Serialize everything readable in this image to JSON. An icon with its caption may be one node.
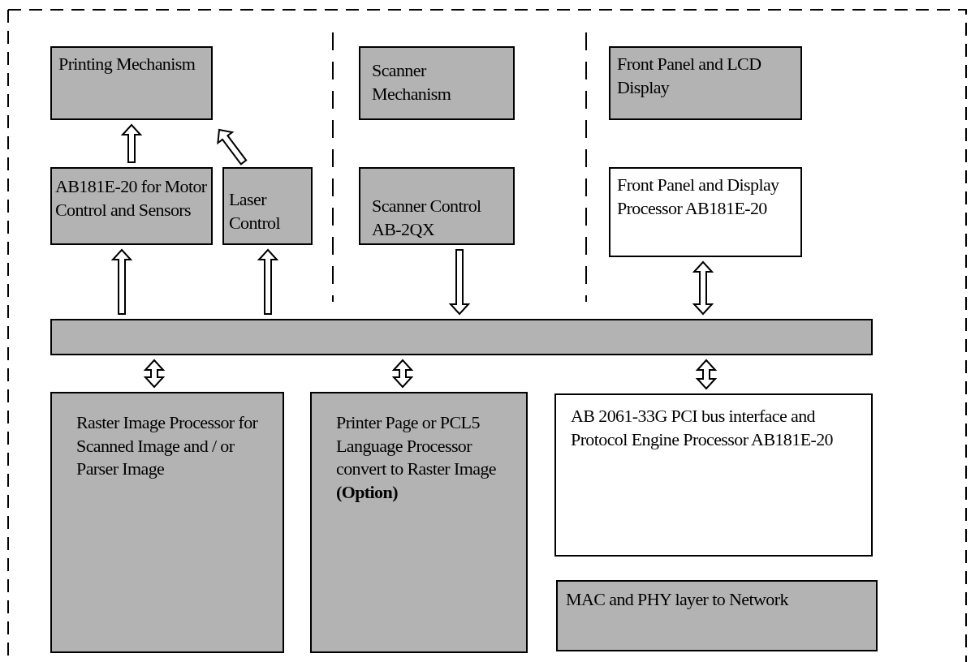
{
  "diagram": {
    "nodes": [
      {
        "text": [
          "Printing Mechanism"
        ]
      },
      {
        "text": [
          "Scanner Mechanism"
        ]
      },
      {
        "text": [
          "Front Panel and LCD Display"
        ]
      },
      {
        "text": [
          "AB181E-20 for Motor Control and Sensors"
        ]
      },
      {
        "text": [
          "Laser Control"
        ]
      },
      {
        "text": [
          "Scanner Control AB-2QX"
        ]
      },
      {
        "text": [
          "Front Panel and Display Processor AB181E-20"
        ]
      },
      {
        "text": [],
        "shape": "bar"
      },
      {
        "text": [
          "Raster Image Processor for Scanned Image and / or Parser Image"
        ]
      },
      {
        "text": [
          "Printer Page or PCL5 Language Processor convert to Raster Image **(Option)**"
        ]
      },
      {
        "text": [
          "AB 2061-33G PCI bus interface and Protocol Engine Processor AB181E-20"
        ]
      },
      {
        "text": [
          "MAC and PHY layer to Network"
        ]
      }
    ],
    "edges": [
      {
        "from": 3,
        "to": 0,
        "arrow": "to"
      },
      {
        "from": 4,
        "to": 0,
        "arrow": "to"
      },
      {
        "from": 7,
        "to": 3,
        "arrow": "to"
      },
      {
        "from": 7,
        "to": 4,
        "arrow": "to"
      },
      {
        "from": 5,
        "to": 7,
        "arrow": "to"
      },
      {
        "from": 6,
        "to": 7,
        "arrow": "both"
      },
      {
        "from": 7,
        "to": 8,
        "arrow": "both"
      },
      {
        "from": 7,
        "to": 9,
        "arrow": "both"
      },
      {
        "from": 7,
        "to": 10,
        "arrow": "both"
      }
    ]
  }
}
